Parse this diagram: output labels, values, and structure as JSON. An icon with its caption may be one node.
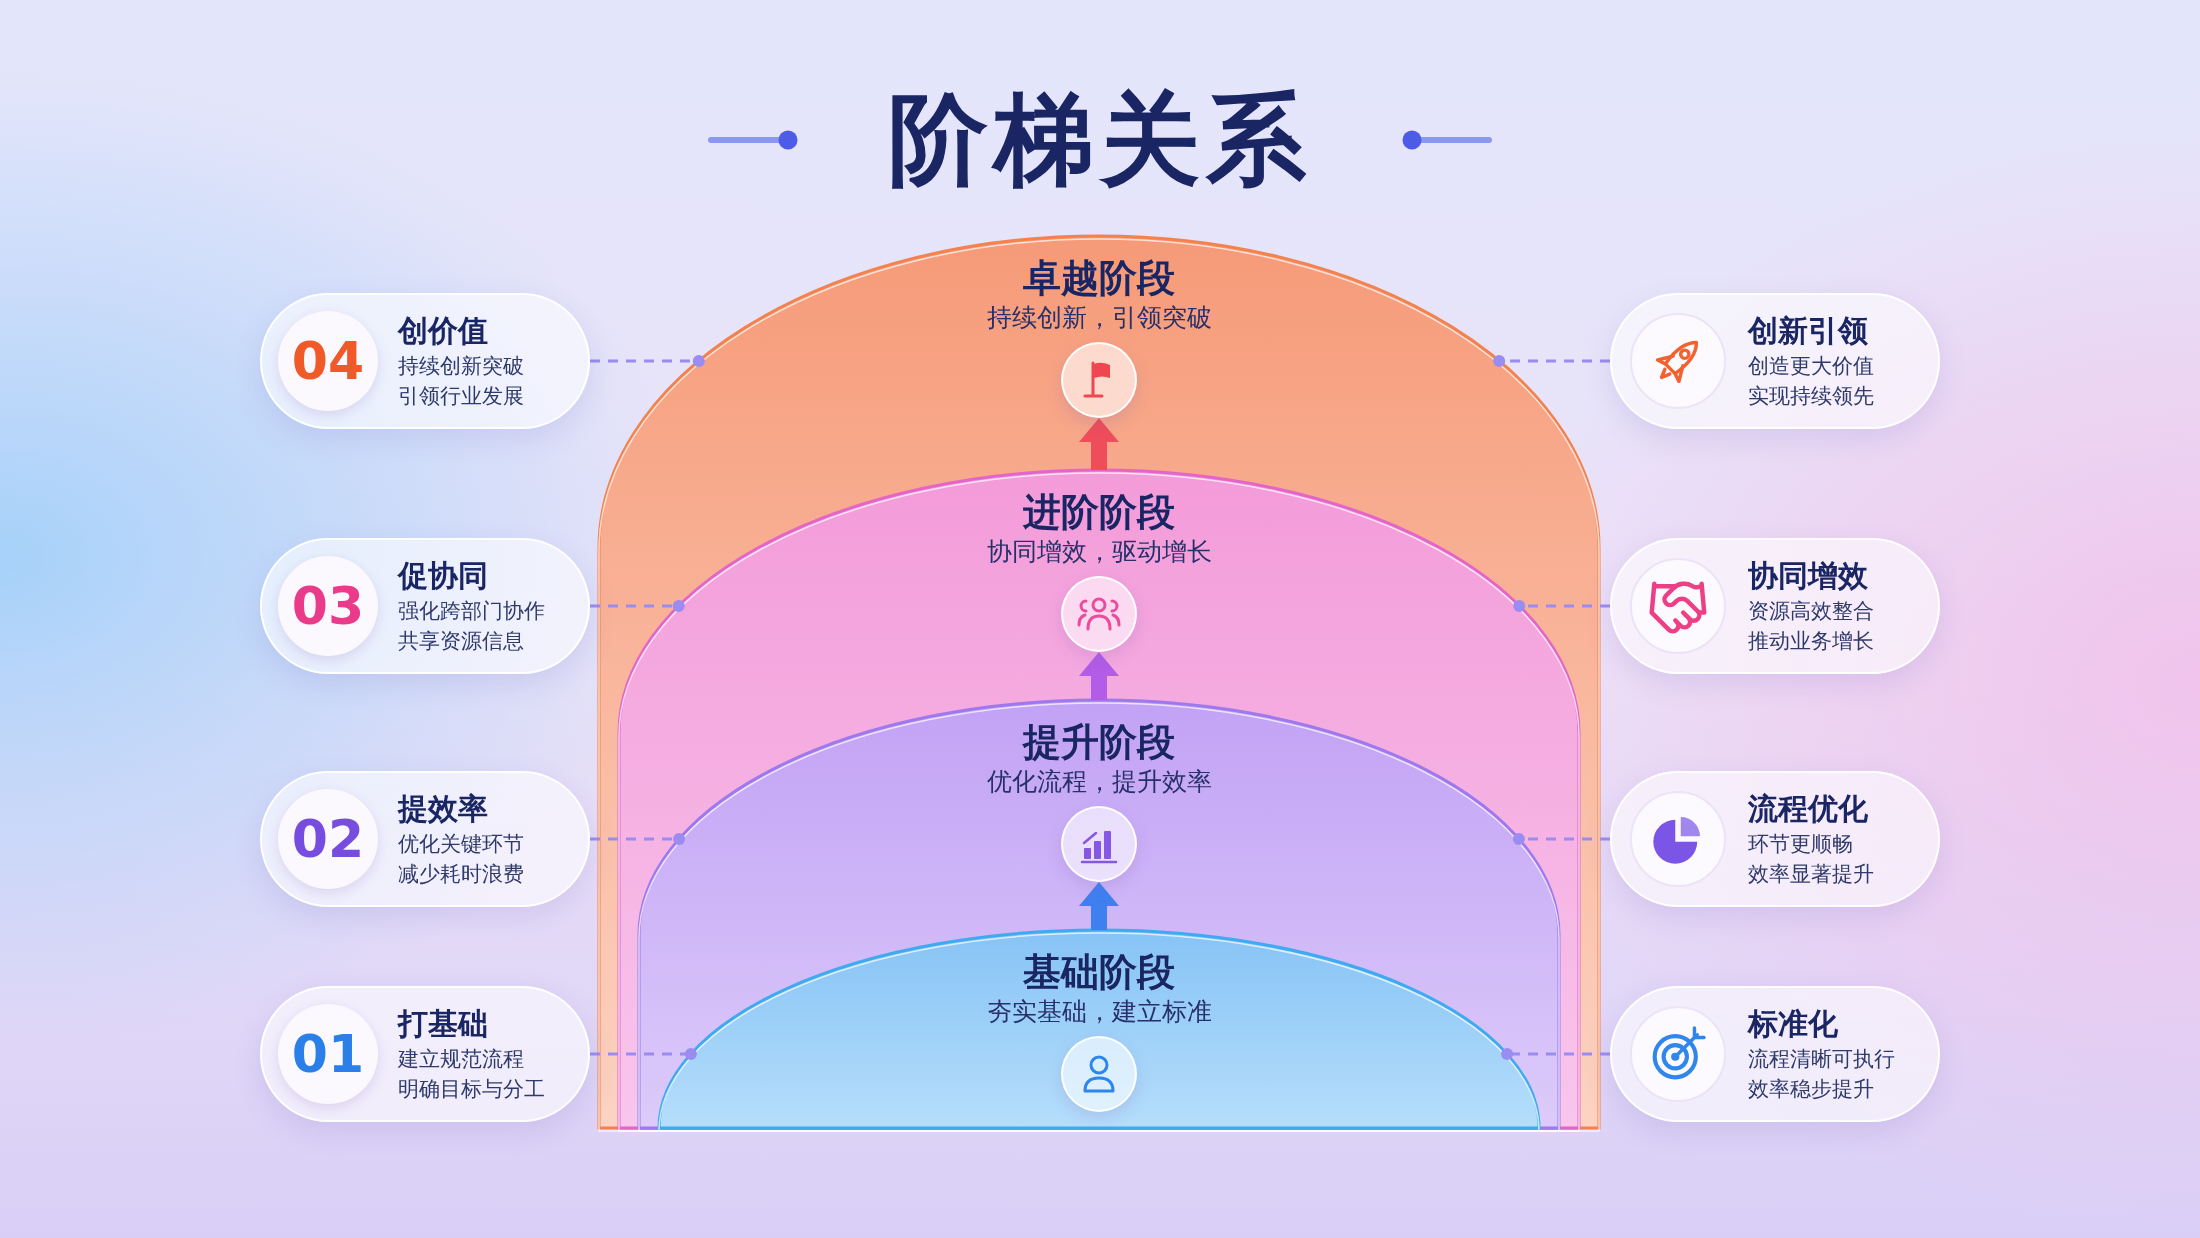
{
  "diagram": {
    "title": "阶梯关系",
    "nodes": [
      {
        "text": [
          "04",
          "创价值",
          "持续创新突破",
          "引领行业发展"
        ]
      },
      {
        "text": [
          "卓越阶段",
          "持续创新，引领突破"
        ]
      },
      {
        "text": [],
        "shape": "circle",
        "in": 1
      },
      {
        "text": [
          "创新引领",
          "创造更大价值",
          "实现持续领先"
        ]
      },
      {
        "text": [
          "03",
          "促协同",
          "强化跨部门协作",
          "共享资源信息"
        ]
      },
      {
        "text": [
          "进阶阶段",
          "协同增效，驱动增长"
        ],
        "in": 1
      },
      {
        "text": [],
        "shape": "circle",
        "in": 5
      },
      {
        "text": [
          "协同增效",
          "资源高效整合",
          "推动业务增长"
        ]
      },
      {
        "text": [
          "02",
          "提效率",
          "优化关键环节",
          "减少耗时浪费"
        ]
      },
      {
        "text": [
          "提升阶段",
          "优化流程，提升效率"
        ],
        "in": 5
      },
      {
        "text": [],
        "shape": "circle",
        "in": 9
      },
      {
        "text": [
          "流程优化",
          "环节更顺畅",
          "效率显著提升"
        ]
      },
      {
        "text": [
          "01",
          "打基础",
          "建立规范流程",
          "明确目标与分工"
        ]
      },
      {
        "text": [
          "基础阶段",
          "夯实基础，建立标准"
        ],
        "in": 9
      },
      {
        "text": [],
        "shape": "circle",
        "in": 13
      },
      {
        "text": [
          "标准化",
          "流程清晰可执行",
          "效率稳步提升"
        ]
      }
    ],
    "edges": [
      {
        "from": 13,
        "to": 10,
        "arrow": "to",
        "style": "thick",
        "color": "#3f80f0"
      },
      {
        "from": 9,
        "to": 6,
        "arrow": "to",
        "style": "thick",
        "color": "#b25ce8"
      },
      {
        "from": 5,
        "to": 2,
        "arrow": "to",
        "style": "thick",
        "color": "#ef4d5a"
      },
      {
        "from": 0,
        "to": 1,
        "arrow": "other",
        "style": "dashed"
      },
      {
        "from": 3,
        "to": 1,
        "arrow": "other",
        "style": "dashed"
      },
      {
        "from": 4,
        "to": 5,
        "arrow": "other",
        "style": "dashed"
      },
      {
        "from": 7,
        "to": 5,
        "arrow": "other",
        "style": "dashed"
      },
      {
        "from": 8,
        "to": 9,
        "arrow": "other",
        "style": "dashed"
      },
      {
        "from": 11,
        "to": 9,
        "arrow": "other",
        "style": "dashed"
      },
      {
        "from": 12,
        "to": 13,
        "arrow": "other",
        "style": "dashed"
      },
      {
        "from": 15,
        "to": 13,
        "arrow": "other",
        "style": "dashed"
      }
    ]
  }
}
